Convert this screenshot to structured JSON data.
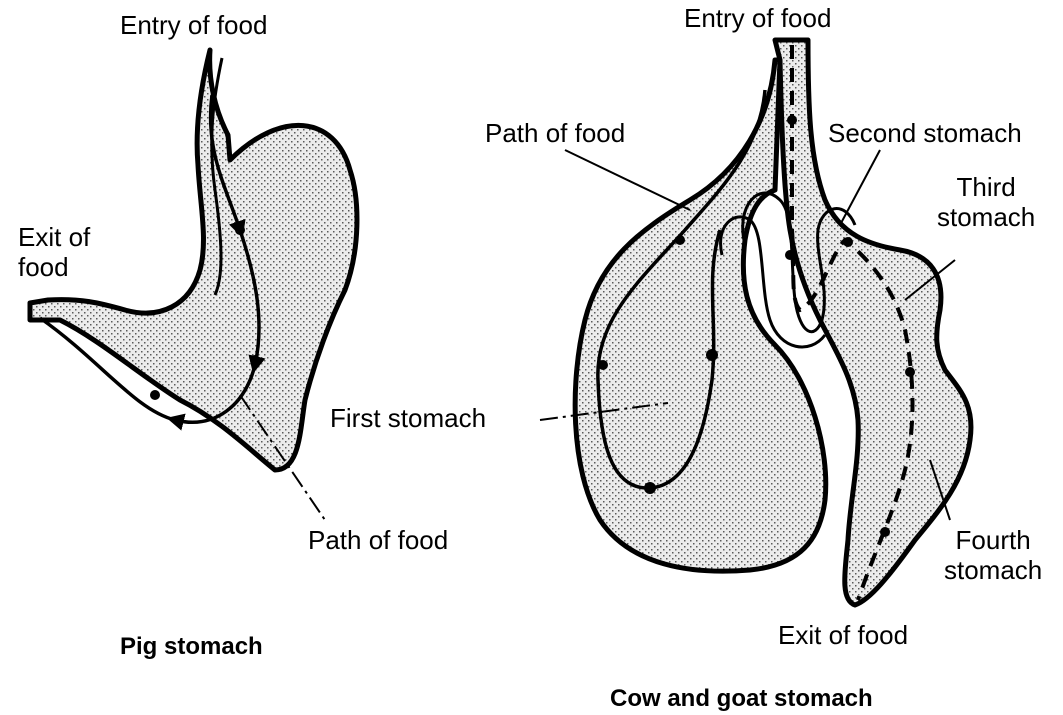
{
  "pig": {
    "entry": "Entry of food",
    "exit": "Exit of\nfood",
    "path": "Path of food",
    "caption": "Pig stomach"
  },
  "cow": {
    "entry": "Entry of food",
    "path": "Path of food",
    "first": "First stomach",
    "second": "Second stomach",
    "third": "Third\nstomach",
    "fourth": "Fourth\nstomach",
    "exit": "Exit of food",
    "caption": "Cow and goat stomach"
  }
}
